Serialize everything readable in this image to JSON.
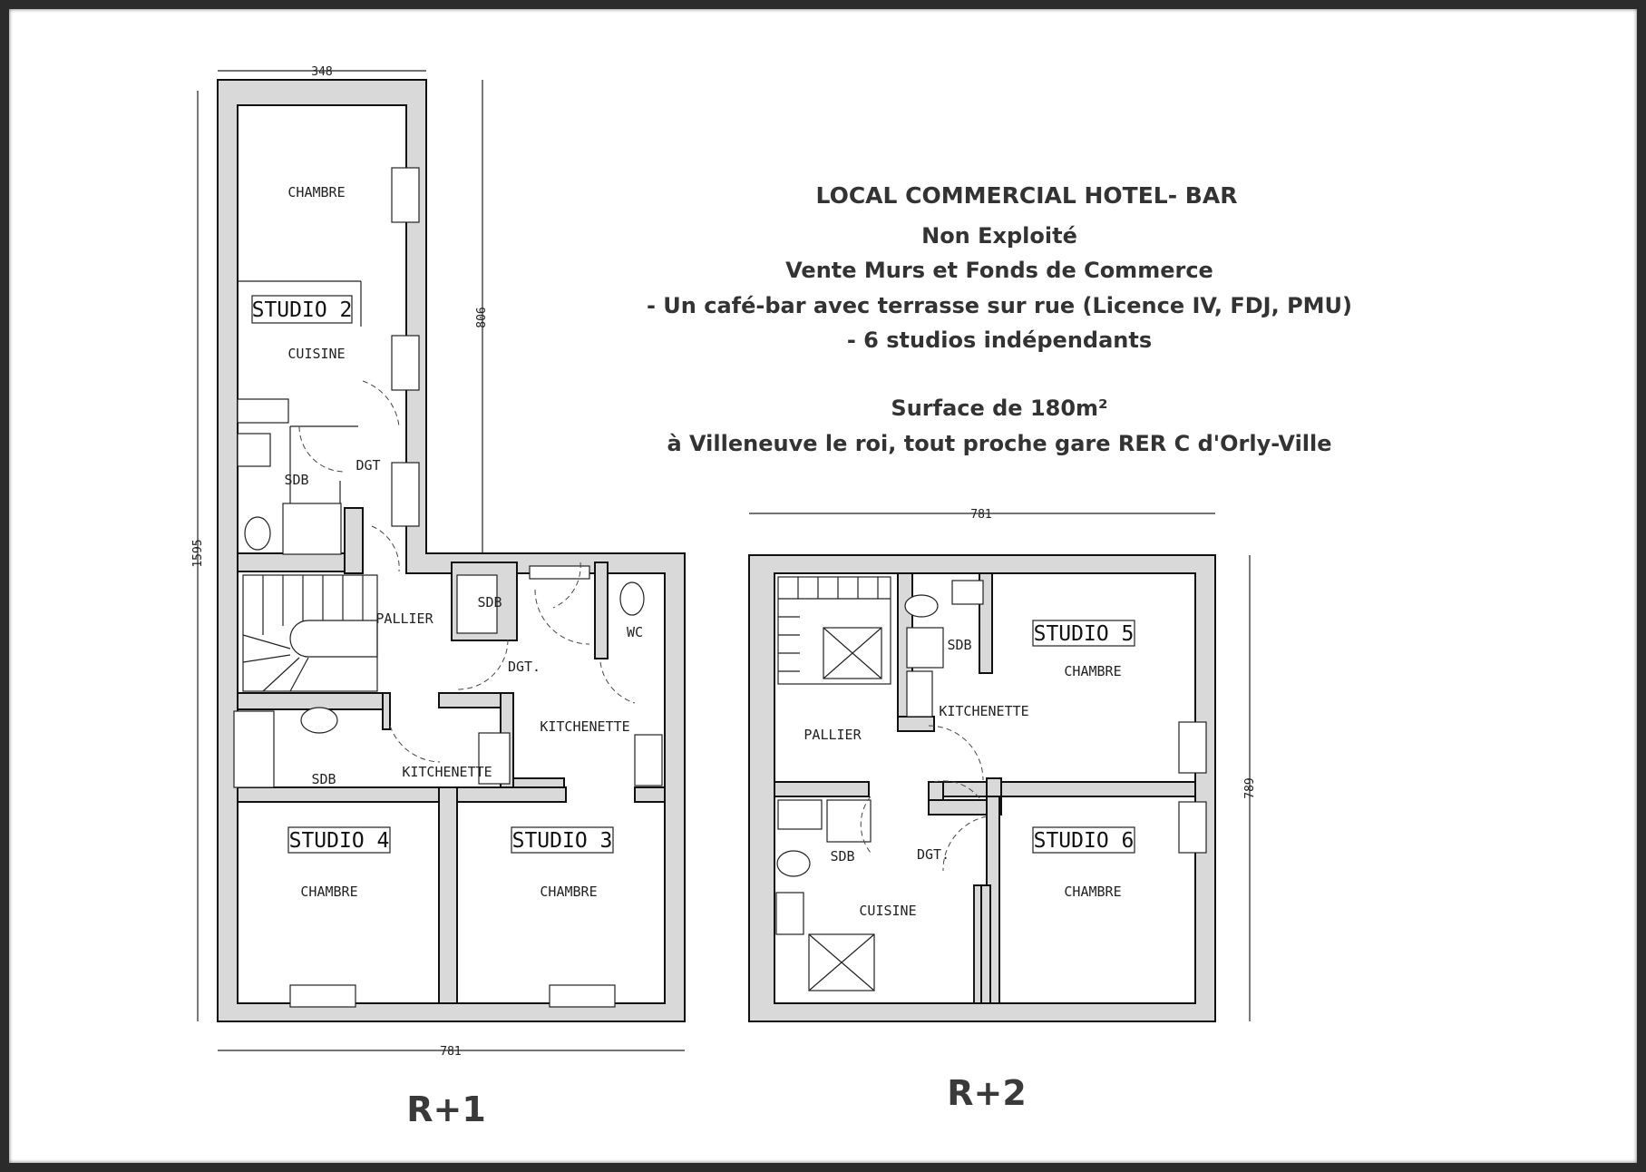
{
  "title": {
    "line1": "LOCAL COMMERCIAL HOTEL- BAR",
    "line2": "Non Exploité",
    "line3": "Vente Murs et Fonds de Commerce",
    "line4": "- Un café-bar avec terrasse sur rue (Licence IV, FDJ, PMU)",
    "line5": "- 6 studios indépendants",
    "line6": "Surface de 180m²",
    "line7": "à Villeneuve le roi, tout proche gare RER C d'Orly-Ville"
  },
  "levels": {
    "r1": "R+1",
    "r2": "R+2"
  },
  "dimensions": {
    "r1_top": "348",
    "r1_right": "806",
    "r1_left": "1595",
    "r1_bottom": "781",
    "r2_top": "781",
    "r2_right": "789"
  },
  "r1_rooms": {
    "studio2": "STUDIO 2",
    "chambre_top": "CHAMBRE",
    "cuisine": "CUISINE",
    "sdb_top": "SDB",
    "dgt_top": "DGT",
    "pallier": "PALLIER",
    "sdb_mid": "SDB",
    "wc": "WC",
    "dgt_mid": "DGT.",
    "kitchenette_right": "KITCHENETTE",
    "sdb_left": "SDB",
    "kitchenette_mid": "KITCHENETTE",
    "studio4": "STUDIO 4",
    "chambre_s4": "CHAMBRE",
    "studio3": "STUDIO 3",
    "chambre_s3": "CHAMBRE"
  },
  "r2_rooms": {
    "sdb_top": "SDB",
    "studio5": "STUDIO 5",
    "chambre_s5": "CHAMBRE",
    "kitchenette": "KITCHENETTE",
    "pallier": "PALLIER",
    "sdb_bottom": "SDB",
    "dgt": "DGT.",
    "cuisine": "CUISINE",
    "studio6": "STUDIO 6",
    "chambre_s6": "CHAMBRE"
  }
}
